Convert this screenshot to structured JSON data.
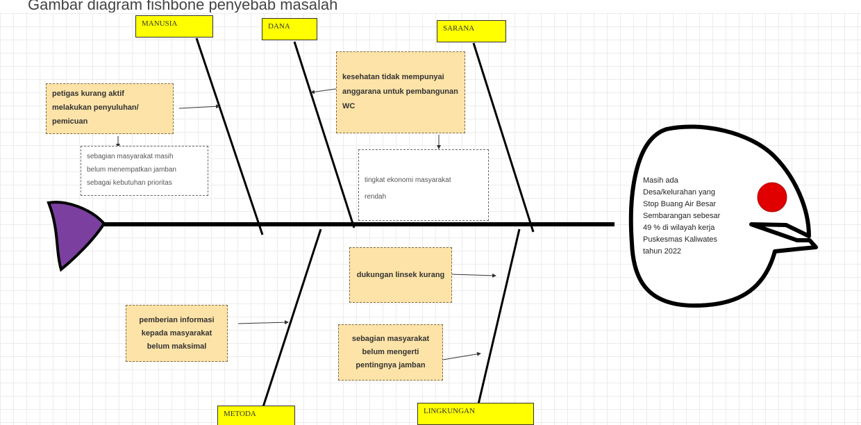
{
  "header": {
    "cut_text": "Gambar diagram fishbone penyebab masalah"
  },
  "categories": {
    "manusia": "MANUSIA",
    "dana": "DANA",
    "sarana": "SARANA",
    "metoda": "METODA",
    "lingkungan": "LINGKUNGAN"
  },
  "causes": {
    "petugas": [
      "petigas kurang aktif",
      "melakukan penyuluhan/",
      "pemicuan"
    ],
    "masyarakat_jamban": [
      "sebagian masyarakat masih",
      "belum menempatkan jamban",
      "sebagai kebutuhan prioritas"
    ],
    "kesehatan_anggaran": [
      "kesehatan tidak mempunyai",
      "anggarana untuk pembangunan",
      "WC"
    ],
    "ekonomi": [
      "tingkat ekonomi masyarakat",
      "rendah"
    ],
    "dukungan": "dukungan linsek kurang",
    "informasi": [
      "pemberian informasi",
      "kepada masyarakat",
      "belum maksimal"
    ],
    "pentingnya": [
      "sebagian masyarakat",
      "belum mengerti",
      "pentingnya jamban"
    ]
  },
  "problem": {
    "lines": [
      "Masih ada",
      "Desa/kelurahan yang",
      "Stop Buang Air Besar",
      "Sembarangan sebesar",
      "49 % di wilayah kerja",
      "Puskesmas Kaliwates",
      "tahun 2022"
    ]
  },
  "colors": {
    "label_fill": "#ffff00",
    "cause_fill": "#fde3a7",
    "tail_fill": "#7b3fa0",
    "eye_fill": "#e00000",
    "spine": "#000000"
  }
}
